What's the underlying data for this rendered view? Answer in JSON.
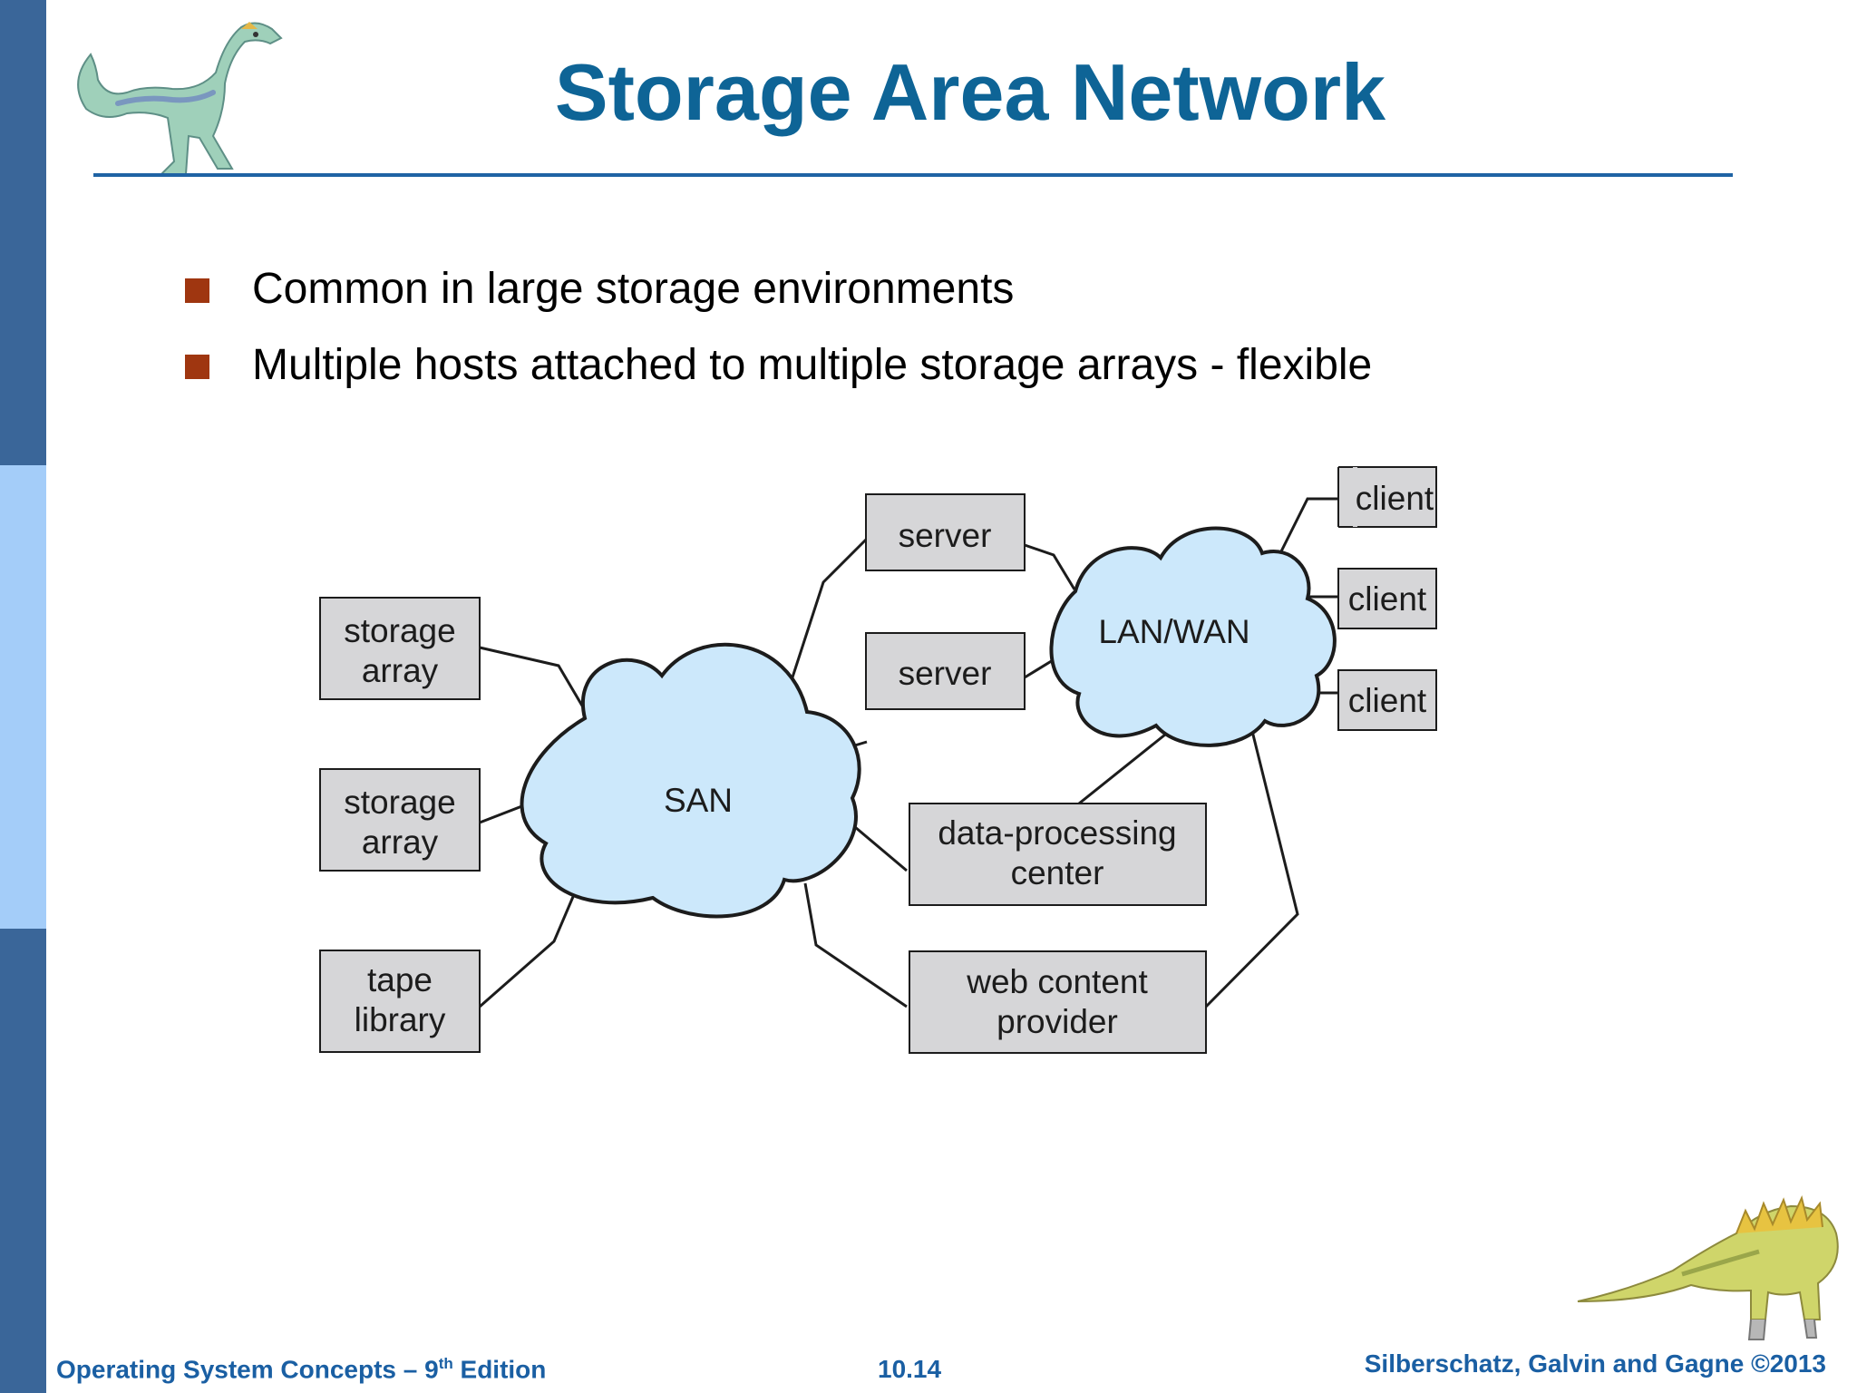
{
  "slide": {
    "title": "Storage Area Network",
    "bullets": [
      "Common in large storage environments",
      "Multiple hosts attached to multiple storage arrays - flexible"
    ]
  },
  "diagram": {
    "clouds": {
      "san": "SAN",
      "lan_wan": "LAN/WAN"
    },
    "storage_array_1": [
      "storage",
      "array"
    ],
    "storage_array_2": [
      "storage",
      "array"
    ],
    "tape_library": [
      "tape",
      "library"
    ],
    "server_1": "server",
    "server_2": "server",
    "data_processing_center": [
      "data-processing",
      "center"
    ],
    "web_content_provider": [
      "web content",
      "provider"
    ],
    "clients": [
      "client",
      "client",
      "client"
    ]
  },
  "footer": {
    "left_main": "Operating System Concepts – 9",
    "left_sup": "th",
    "left_tail": " Edition",
    "page_number": "10.14",
    "right": "Silberschatz, Galvin and Gagne ©2013"
  },
  "colors": {
    "title": "#0e6496",
    "sidebar": "#3a6699",
    "sidebar_light": "#a4cdf9",
    "bullet": "#9f3610",
    "cloud_fill": "#cce8fb",
    "box_fill": "#d6d6d8",
    "footer_text": "#1a5fa3"
  },
  "icons": [
    "dinosaur-top-left-icon",
    "dinosaur-bottom-right-icon"
  ]
}
